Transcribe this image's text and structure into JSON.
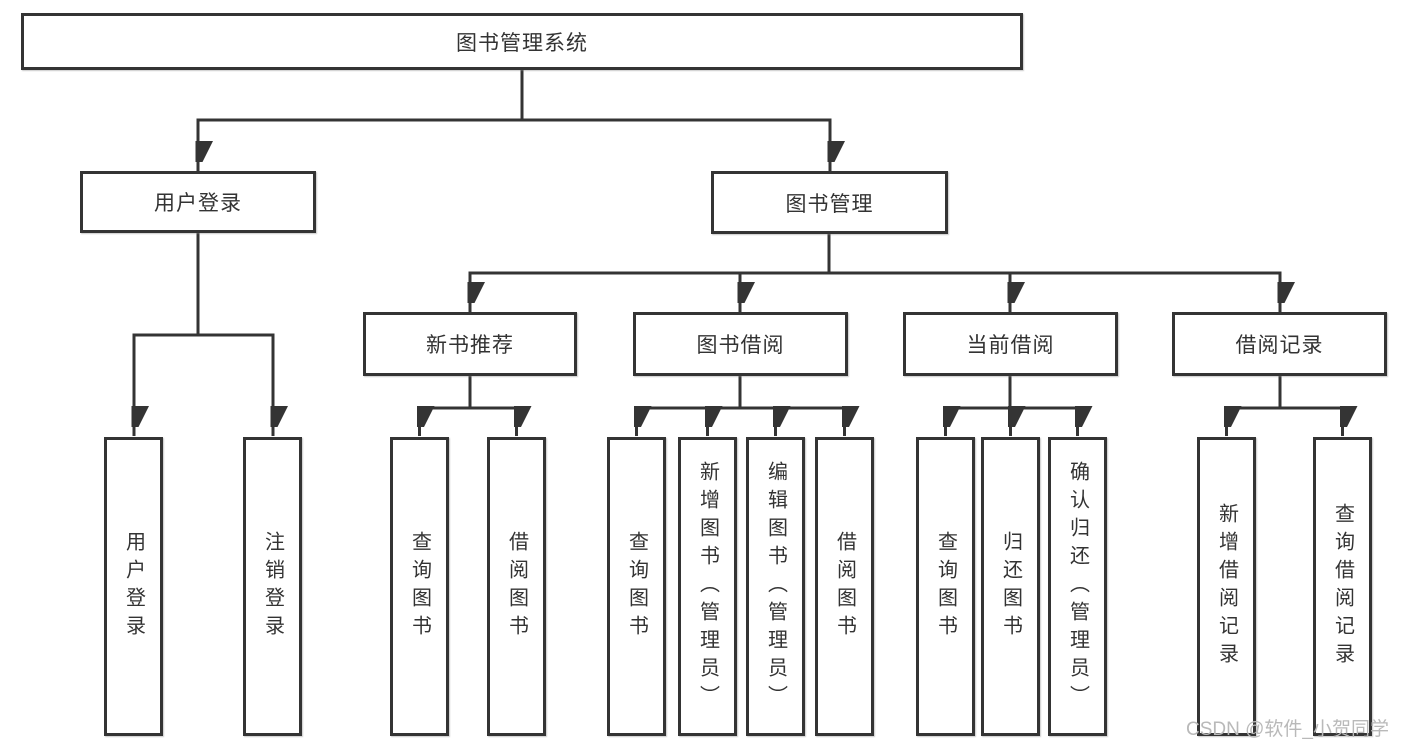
{
  "diagram": {
    "root": {
      "label": "图书管理系统"
    },
    "branches": [
      {
        "label": "用户登录",
        "children": [
          {
            "label": "用户登录"
          },
          {
            "label": "注销登录"
          }
        ]
      },
      {
        "label": "图书管理",
        "children": [
          {
            "label": "新书推荐",
            "children": [
              {
                "label": "查询图书"
              },
              {
                "label": "借阅图书"
              }
            ]
          },
          {
            "label": "图书借阅",
            "children": [
              {
                "label": "查询图书"
              },
              {
                "label": "新增图书（管理员）"
              },
              {
                "label": "编辑图书（管理员）"
              },
              {
                "label": "借阅图书"
              }
            ]
          },
          {
            "label": "当前借阅",
            "children": [
              {
                "label": "查询图书"
              },
              {
                "label": "归还图书"
              },
              {
                "label": "确认归还（管理员）"
              }
            ]
          },
          {
            "label": "借阅记录",
            "children": [
              {
                "label": "新增借阅记录"
              },
              {
                "label": "查询借阅记录"
              }
            ]
          }
        ]
      }
    ]
  },
  "watermark": "CSDN @软件_小贺同学",
  "colors": {
    "line": "#343434",
    "text": "#333333",
    "watermark": "#b9b9b9",
    "background": "#ffffff"
  }
}
